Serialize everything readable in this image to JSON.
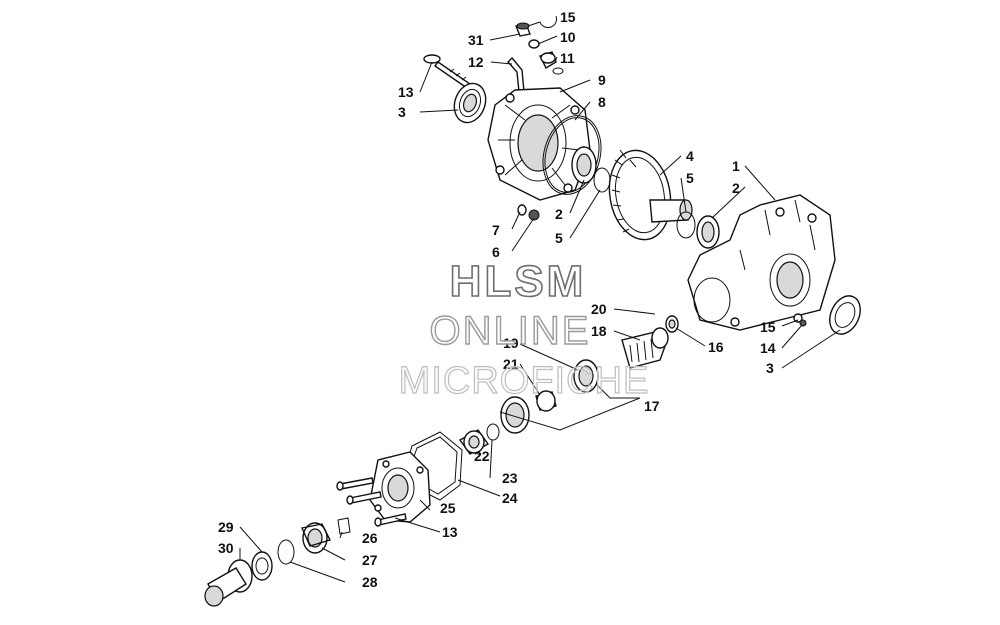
{
  "watermark": {
    "line1": "HLSM",
    "line2": "ONLINE",
    "line3": "MICROFICHE"
  },
  "callouts": {
    "c1": "1",
    "c2a": "2",
    "c2b": "2",
    "c3a": "3",
    "c3b": "3",
    "c4": "4",
    "c5a": "5",
    "c5b": "5",
    "c6": "6",
    "c7": "7",
    "c8": "8",
    "c9": "9",
    "c10": "10",
    "c11": "11",
    "c12": "12",
    "c13a": "13",
    "c13b": "13",
    "c14": "14",
    "c15a": "15",
    "c15b": "15",
    "c16": "16",
    "c17": "17",
    "c18": "18",
    "c19": "19",
    "c20": "20",
    "c21": "21",
    "c22": "22",
    "c23": "23",
    "c24": "24",
    "c25": "25",
    "c26": "26",
    "c27": "27",
    "c28": "28",
    "c29": "29",
    "c30": "30",
    "c31": "31"
  }
}
